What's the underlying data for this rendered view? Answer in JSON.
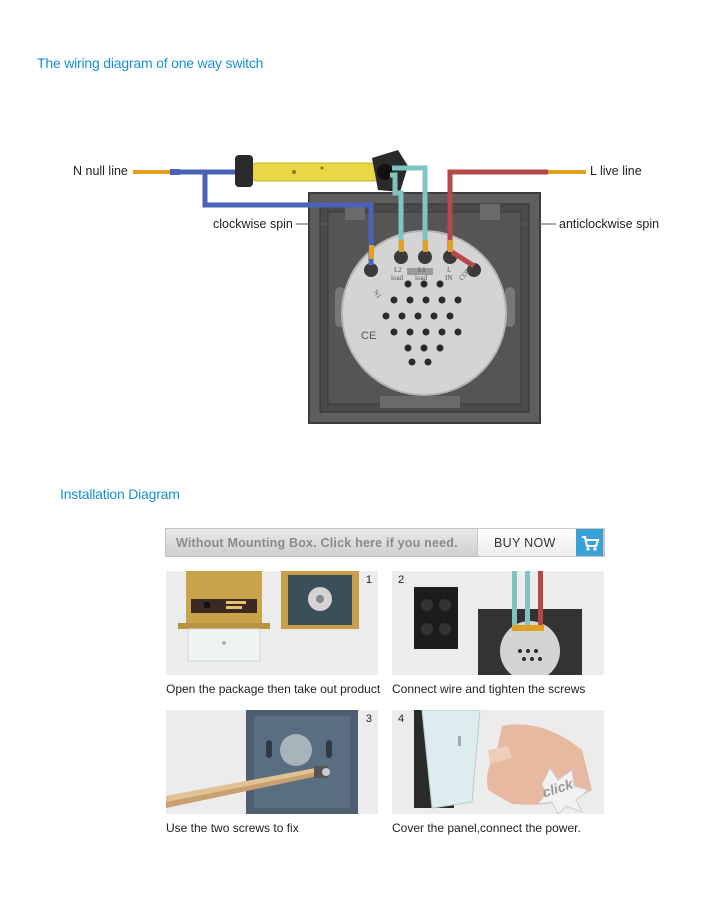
{
  "titles": {
    "wiring": "The wiring diagram of one way switch",
    "installation": "Installation Diagram"
  },
  "wiring_labels": {
    "null_line": "N null line",
    "live_line": "L live line",
    "clockwise": "clockwise spin",
    "anticlockwise": "anticlockwise spin"
  },
  "terminal_labels": [
    "N1",
    "L2 load",
    "L1 load",
    "L IN",
    "COM"
  ],
  "wire_colors": {
    "neutral": "#4a63b8",
    "load": "#7fc4c0",
    "live": "#b8474a",
    "motor_tube": "#e8d645"
  },
  "banner": {
    "text": "Without Mounting Box. Click here if you need.",
    "buy_label": "BUY NOW",
    "cart_icon": "shopping-cart-icon"
  },
  "steps": [
    {
      "number": "1",
      "caption": "Open the package then take out product"
    },
    {
      "number": "2",
      "caption": "Connect wire and tighten the screws"
    },
    {
      "number": "3",
      "caption": "Use the two screws to fix"
    },
    {
      "number": "4",
      "caption": "Cover the panel,connect the power."
    }
  ],
  "click_badge": "click"
}
